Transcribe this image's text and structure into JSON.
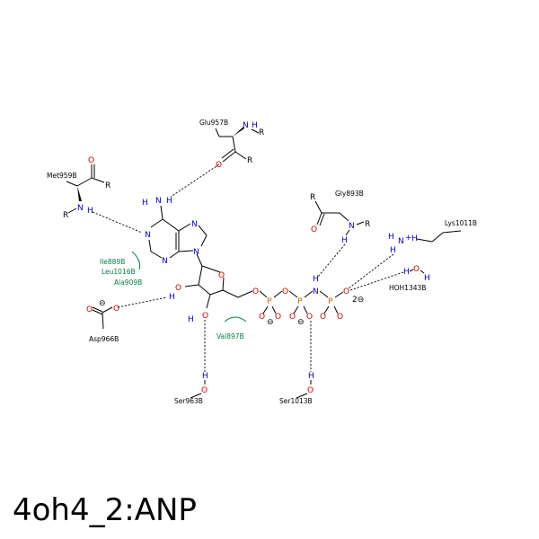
{
  "title": "4oh4_2:ANP",
  "residues": {
    "glu957": "Glu957B",
    "met959": "Met959B",
    "gly893": "Gly893B",
    "lys1011": "Lys1011B",
    "hoh1343": "HOH1343B",
    "asp966": "Asp966B",
    "ser963": "Ser963B",
    "ser1013": "Ser1013B"
  },
  "hydrophobic": {
    "ile889": "Ile889B",
    "leu1016": "Leu1016B",
    "ala909": "Ala909B",
    "val897": "Val897B"
  },
  "atoms": {
    "N": "N",
    "H": "H",
    "O": "O",
    "P": "P",
    "R": "R",
    "minus": "⊖",
    "plus": "+",
    "two_minus": "2⊖"
  },
  "colors": {
    "nitrogen": "#0000cc",
    "oxygen": "#cc0000",
    "phosphorus": "#cc6600",
    "hydrophobic": "#008040",
    "bond": "#000000"
  }
}
